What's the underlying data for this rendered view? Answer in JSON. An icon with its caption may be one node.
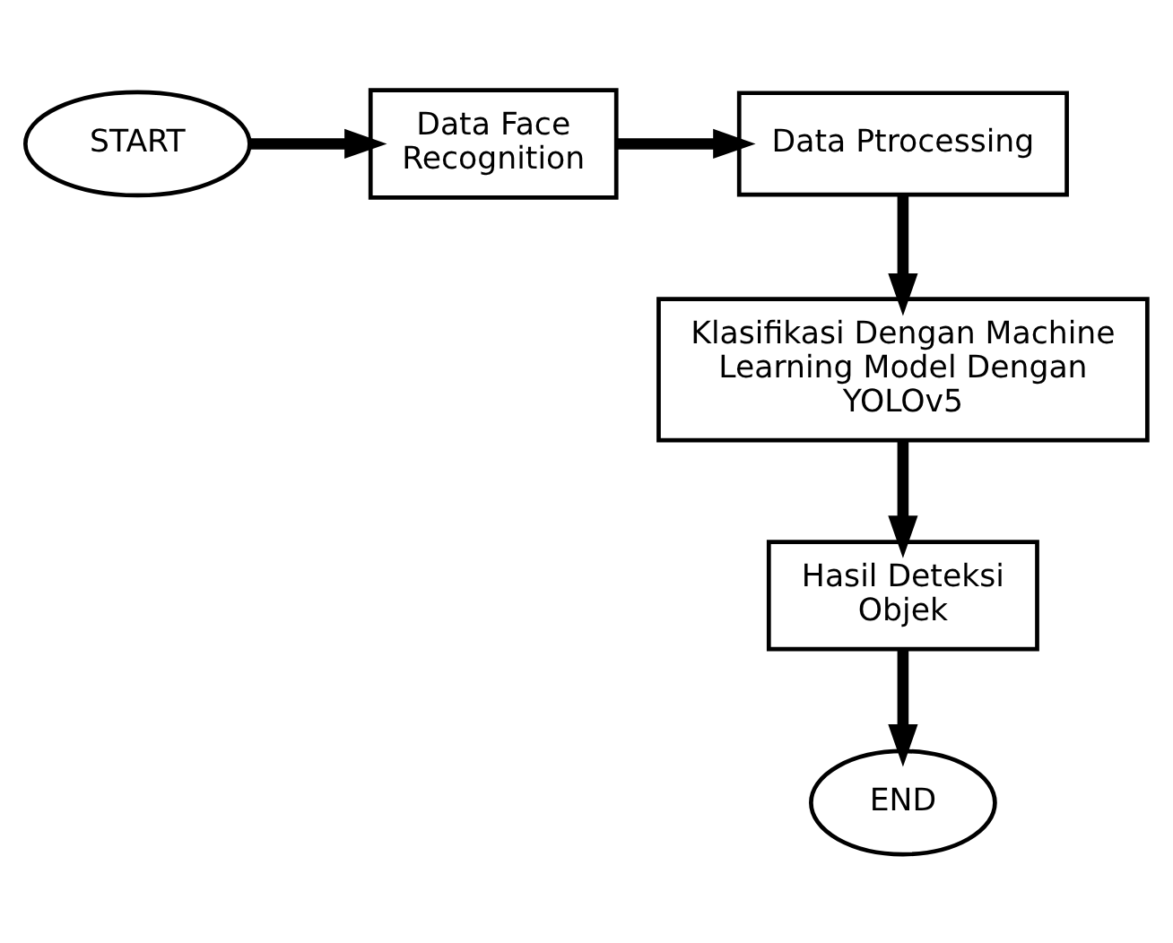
{
  "diagram": {
    "nodes": [
      {
        "text": [
          "START"
        ]
      },
      {
        "text": [
          "Data Face Recognition"
        ]
      },
      {
        "text": [
          "Data Ptrocessing"
        ]
      },
      {
        "text": [
          "Klasifikasi Dengan Machine Learning Model Dengan YOLOv5"
        ]
      },
      {
        "text": [
          "Hasil Deteksi Objek"
        ]
      },
      {
        "text": [
          "END"
        ]
      }
    ],
    "edges": [
      {
        "from": 0,
        "to": 1,
        "arrow": "to"
      },
      {
        "from": 1,
        "to": 2,
        "arrow": "to"
      },
      {
        "from": 2,
        "to": 3,
        "arrow": "to"
      },
      {
        "from": 3,
        "to": 4,
        "arrow": "to"
      },
      {
        "from": 4,
        "to": 5,
        "arrow": "to"
      }
    ]
  }
}
